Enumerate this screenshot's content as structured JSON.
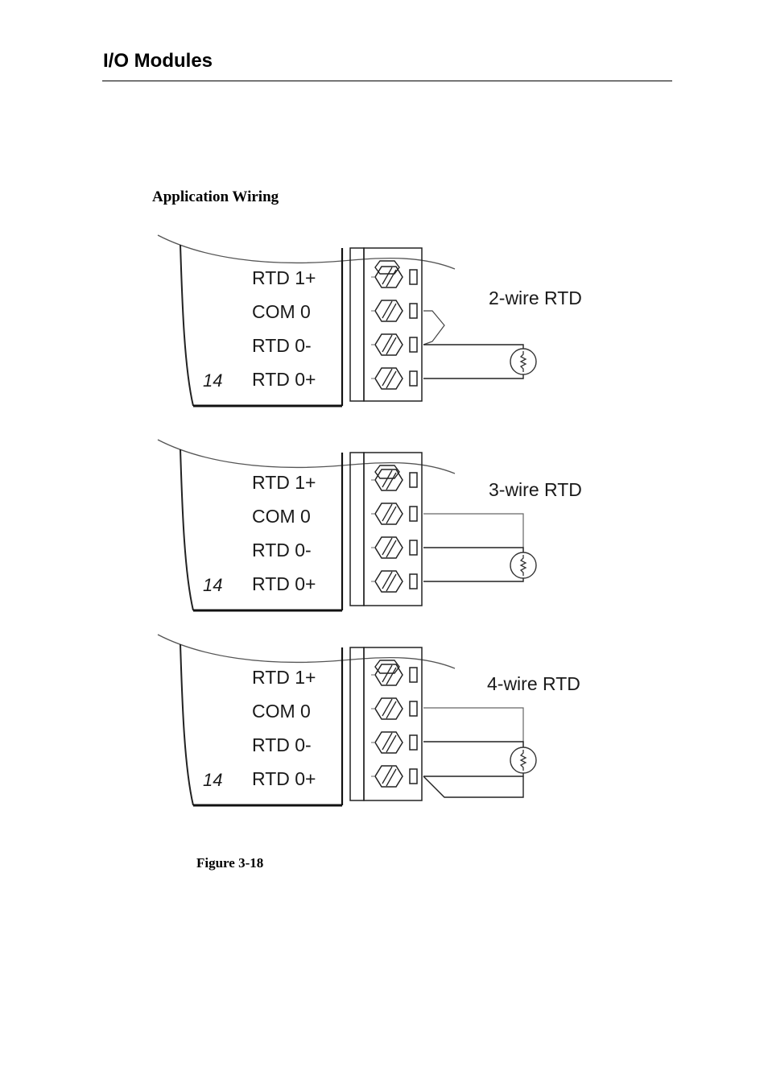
{
  "header": {
    "title": "I/O Modules"
  },
  "section": {
    "heading": "Application Wiring"
  },
  "figure": {
    "caption": "Figure 3-18"
  },
  "diagrams": [
    {
      "label": "2-wire RTD",
      "module_number": "14",
      "terminals": [
        "RTD 1+",
        "COM 0",
        "RTD 0-",
        "RTD 0+"
      ]
    },
    {
      "label": "3-wire RTD",
      "module_number": "14",
      "terminals": [
        "RTD 1+",
        "COM 0",
        "RTD 0-",
        "RTD 0+"
      ]
    },
    {
      "label": "4-wire RTD",
      "module_number": "14",
      "terminals": [
        "RTD 1+",
        "COM 0",
        "RTD 0-",
        "RTD 0+"
      ]
    }
  ]
}
